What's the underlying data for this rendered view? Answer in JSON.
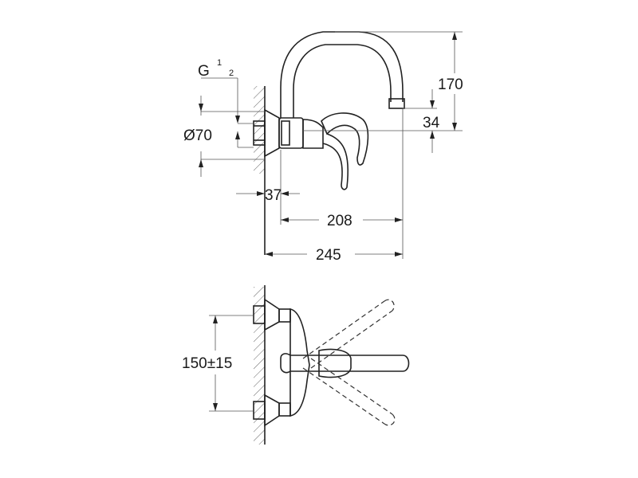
{
  "dimensions": {
    "thread_g": "G",
    "thread_num": "1",
    "thread_den": "2",
    "diameter": "Ø70",
    "height_170": "170",
    "height_34": "34",
    "depth_37": "37",
    "reach_208": "208",
    "reach_245": "245",
    "center_distance": "150±15"
  },
  "colors": {
    "line": "#222222",
    "background": "#ffffff"
  }
}
